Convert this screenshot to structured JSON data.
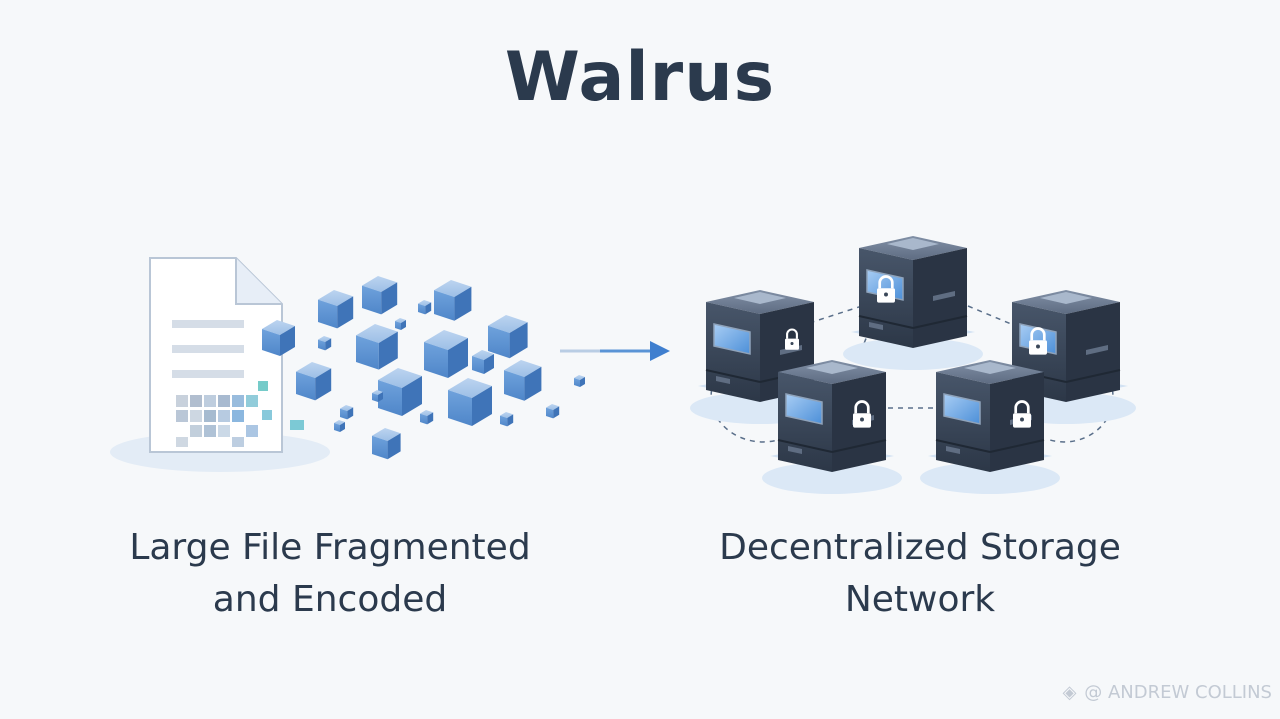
{
  "title": "Walrus",
  "left_caption": {
    "line1": "Large File Fragmented",
    "line2": "and Encoded"
  },
  "right_caption": {
    "line1": "Decentralized Storage",
    "line2": "Network"
  },
  "watermark": "@ ANDREW COLLINS",
  "colors": {
    "title": "#2b3a4d",
    "fragment_blue": "#5b93d4",
    "server_dark": "#3a4759",
    "accent": "#4a8fe0"
  },
  "icons": [
    "document-icon",
    "fragment-cubes",
    "arrow-right-icon",
    "server-node-icon",
    "padlock-icon"
  ]
}
